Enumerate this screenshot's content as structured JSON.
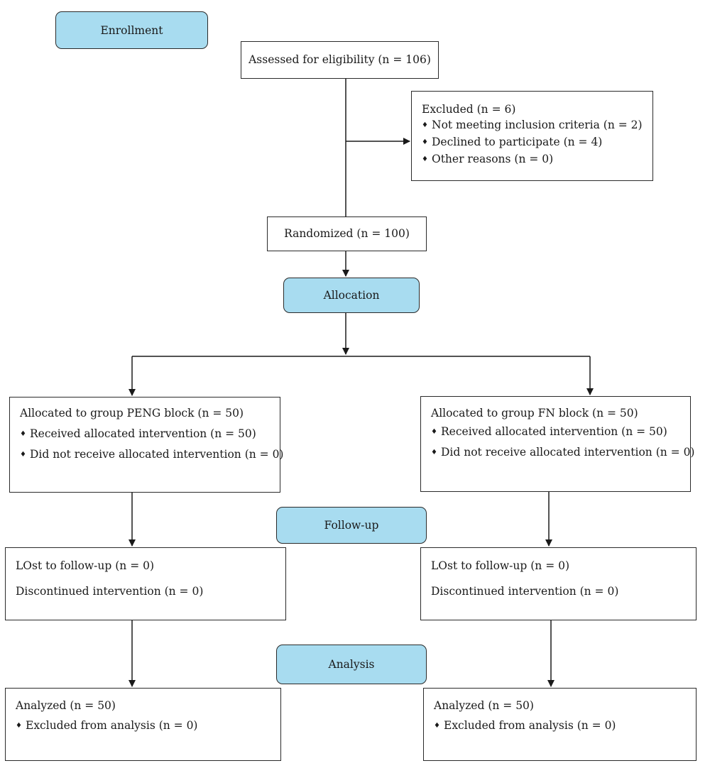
{
  "stages": {
    "enrollment": "Enrollment",
    "allocation": "Allocation",
    "follow_up": "Follow-up",
    "analysis": "Analysis"
  },
  "bullet_symbol": "♦",
  "assessed": "Assessed for eligibility (n = 106)",
  "excluded": {
    "title": "Excluded (n = 6)",
    "items": [
      "Not meeting inclusion criteria (n = 2)",
      "Declined to participate (n = 4)",
      "Other reasons (n = 0)"
    ]
  },
  "randomized": "Randomized (n = 100)",
  "groups": [
    {
      "allocation": {
        "title": "Allocated to group PENG block (n = 50)",
        "items": [
          "Received allocated intervention (n = 50)",
          "Did not receive allocated intervention (n = 0)"
        ]
      },
      "follow_up": {
        "lost": "LOst to follow-up (n = 0)",
        "discontinued": "Discontinued intervention (n = 0)"
      },
      "analysis": {
        "title": "Analyzed (n = 50)",
        "items": [
          "Excluded from analysis (n = 0)"
        ]
      }
    },
    {
      "allocation": {
        "title": "Allocated to group FN block (n = 50)",
        "items": [
          "Received allocated intervention (n = 50)",
          "Did not receive allocated intervention (n = 0)"
        ]
      },
      "follow_up": {
        "lost": "LOst to follow-up (n = 0)",
        "discontinued": "Discontinued intervention (n = 0)"
      },
      "analysis": {
        "title": "Analyzed (n = 50)",
        "items": [
          "Excluded from analysis (n = 0)"
        ]
      }
    }
  ]
}
